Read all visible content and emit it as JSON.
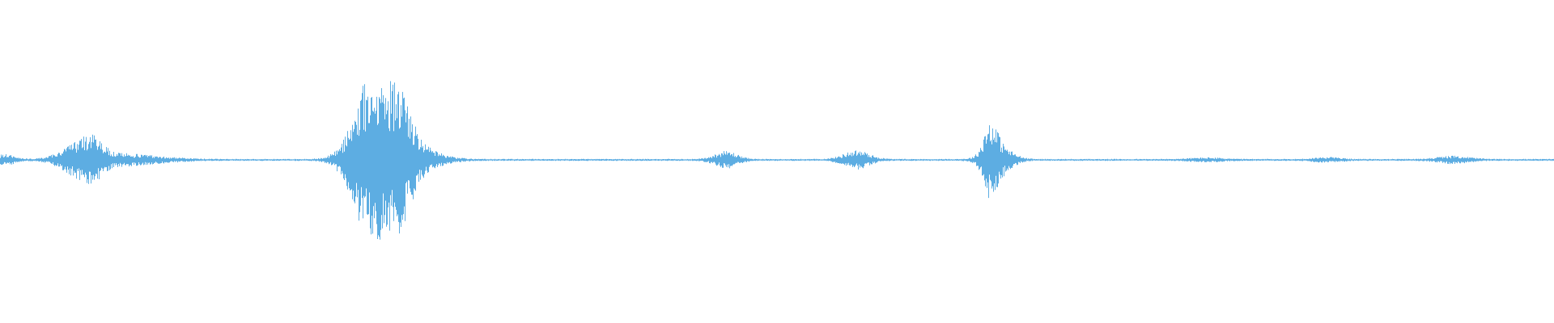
{
  "waveform": {
    "color": "#5dade2",
    "background": "#ffffff",
    "baseline_amplitude": 0.012,
    "bursts": [
      {
        "center": 0.003,
        "amplitude": 0.06,
        "width": 0.006
      },
      {
        "center": 0.049,
        "amplitude": 0.17,
        "width": 0.01
      },
      {
        "center": 0.06,
        "amplitude": 0.16,
        "width": 0.006
      },
      {
        "center": 0.072,
        "amplitude": 0.05,
        "width": 0.018
      },
      {
        "center": 0.092,
        "amplitude": 0.03,
        "width": 0.02
      },
      {
        "center": 0.241,
        "amplitude": 1.0,
        "width": 0.012
      },
      {
        "center": 0.252,
        "amplitude": 0.62,
        "width": 0.01
      },
      {
        "center": 0.268,
        "amplitude": 0.12,
        "width": 0.014
      },
      {
        "center": 0.467,
        "amplitude": 0.1,
        "width": 0.007
      },
      {
        "center": 0.551,
        "amplitude": 0.11,
        "width": 0.008
      },
      {
        "center": 0.637,
        "amplitude": 0.35,
        "width": 0.004
      },
      {
        "center": 0.642,
        "amplitude": 0.18,
        "width": 0.008
      },
      {
        "center": 0.776,
        "amplitude": 0.02,
        "width": 0.01
      },
      {
        "center": 0.854,
        "amplitude": 0.025,
        "width": 0.008
      },
      {
        "center": 0.935,
        "amplitude": 0.04,
        "width": 0.01
      }
    ]
  }
}
